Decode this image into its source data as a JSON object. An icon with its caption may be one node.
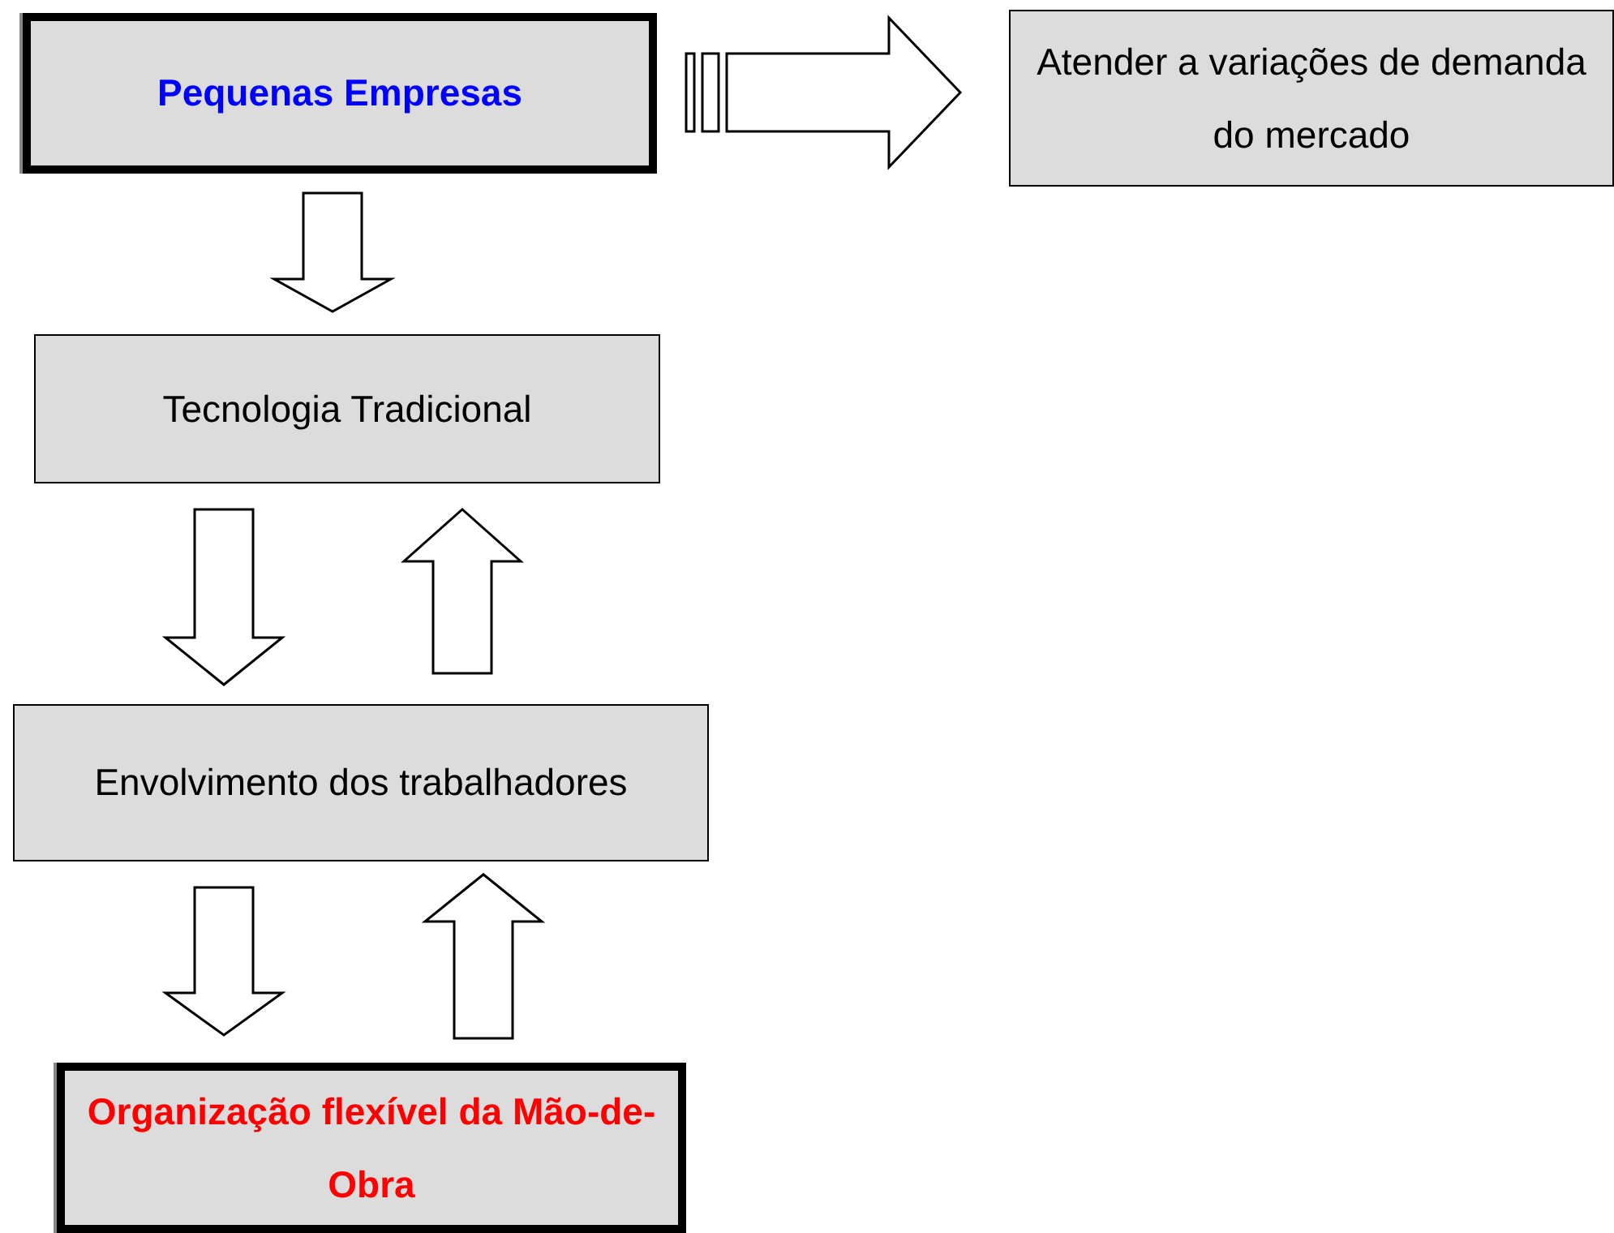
{
  "diagram": {
    "nodes": [
      {
        "text": [
          "Pequenas Empresas"
        ]
      },
      {
        "text": [
          "Atender a variações de demanda do mercado"
        ]
      },
      {
        "text": [
          "Tecnologia Tradicional"
        ]
      },
      {
        "text": [
          "Envolvimento dos trabalhadores"
        ]
      },
      {
        "text": [
          "Organização flexível da Mão-de-Obra"
        ]
      }
    ],
    "edges": [
      {
        "from": 0,
        "to": 1,
        "arrow": "to"
      },
      {
        "from": 0,
        "to": 2,
        "arrow": "to"
      },
      {
        "from": 2,
        "to": 3,
        "arrow": "to"
      },
      {
        "from": 3,
        "to": 2,
        "arrow": "to"
      },
      {
        "from": 3,
        "to": 4,
        "arrow": "to"
      },
      {
        "from": 4,
        "to": 3,
        "arrow": "to"
      }
    ]
  }
}
